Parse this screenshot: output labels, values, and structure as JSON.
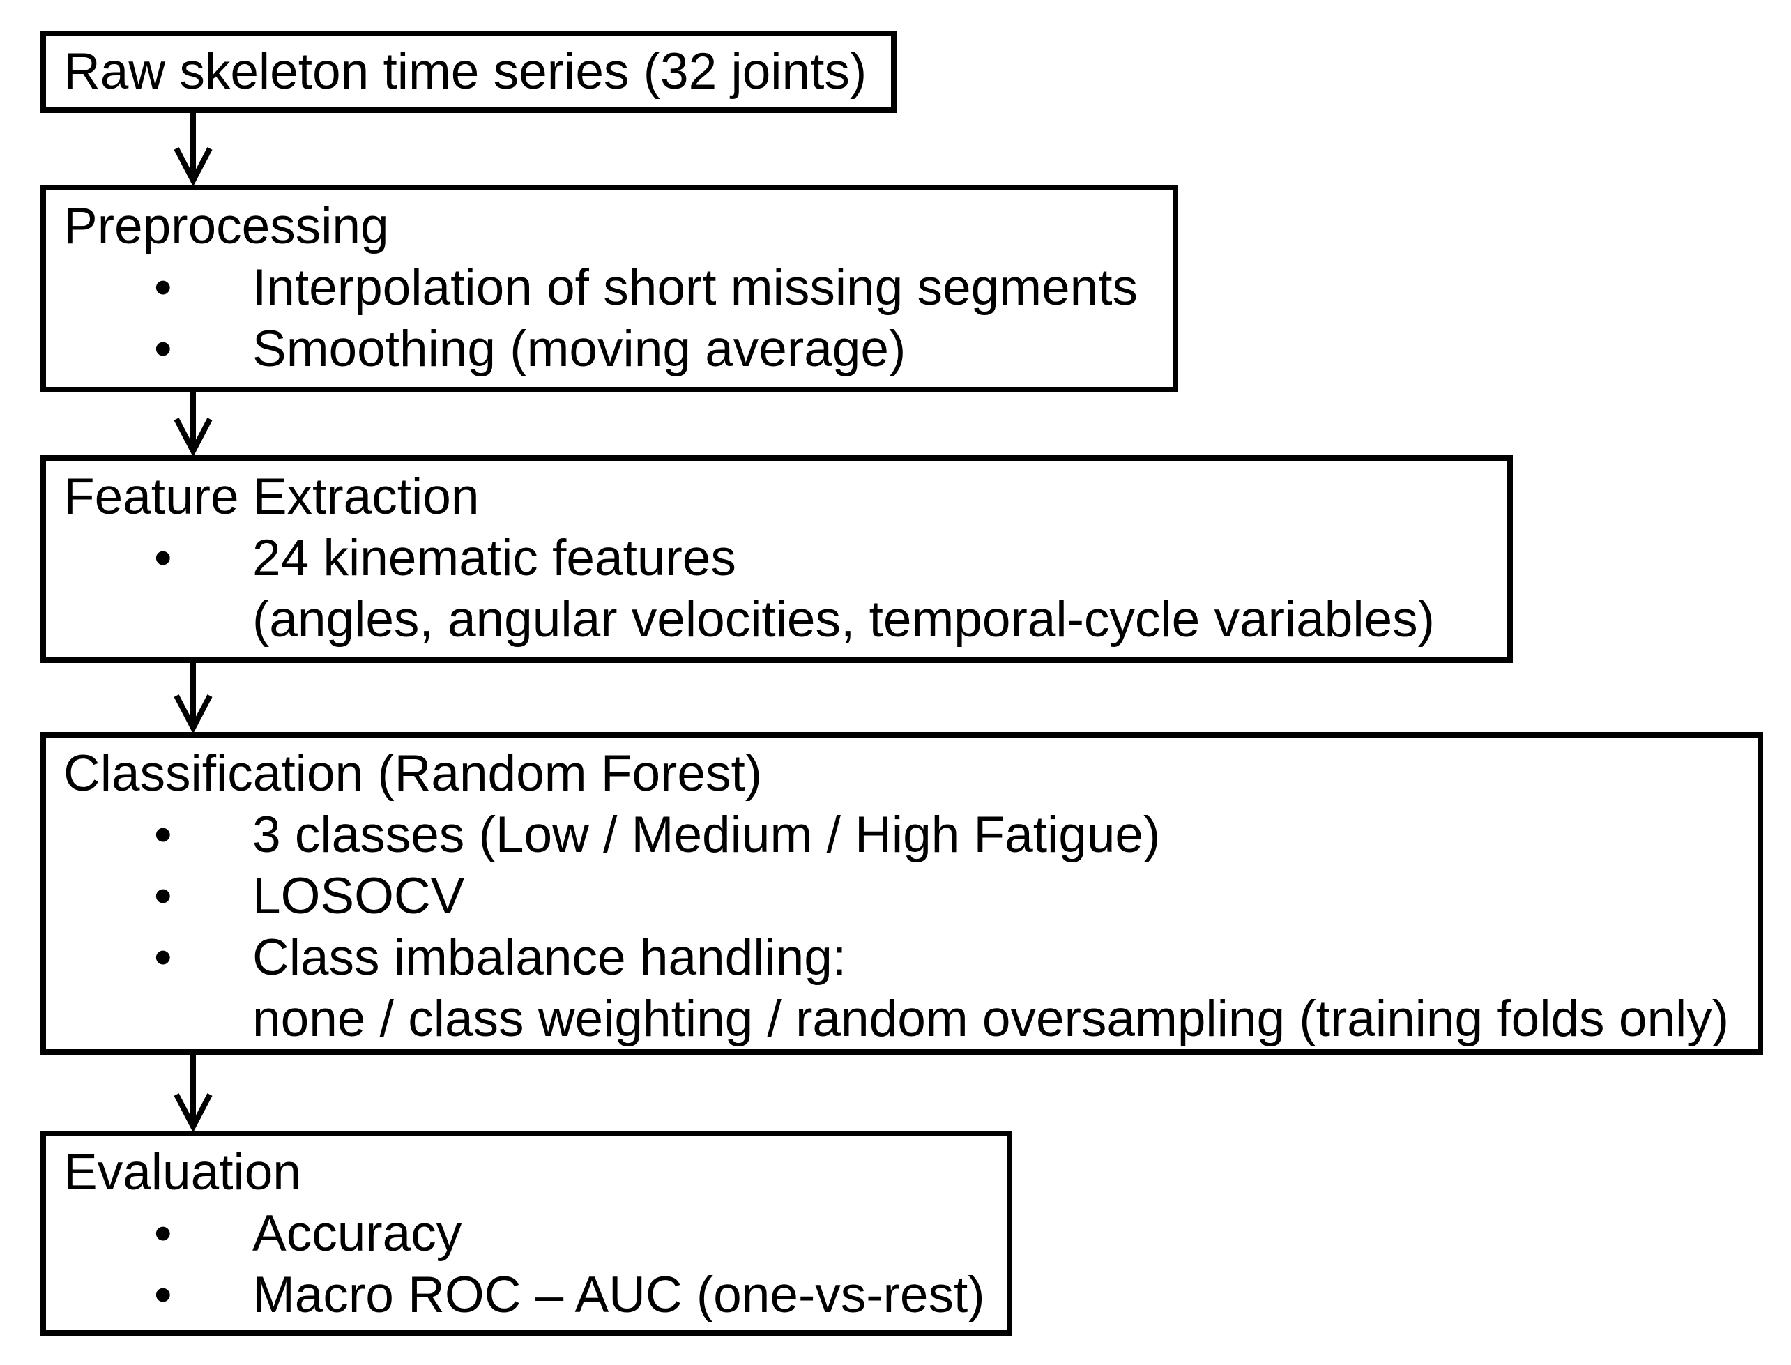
{
  "figure": {
    "type": "flowchart",
    "background": "#ffffff",
    "stroke_color": "#000000",
    "text_color": "#000000",
    "bullet_glyph": "•"
  },
  "boxes": [
    {
      "id": "raw-input",
      "lines": [
        {
          "type": "title",
          "text": "Raw skeleton time series (32 joints)"
        }
      ]
    },
    {
      "id": "preprocessing",
      "lines": [
        {
          "type": "title",
          "text": "Preprocessing"
        },
        {
          "type": "bullet",
          "text": "Interpolation of short missing segments"
        },
        {
          "type": "bullet",
          "text": "Smoothing (moving average)"
        }
      ]
    },
    {
      "id": "feature-extraction",
      "lines": [
        {
          "type": "title",
          "text": "Feature Extraction"
        },
        {
          "type": "bullet",
          "text": "24 kinematic features"
        },
        {
          "type": "continuation",
          "text": "(angles, angular velocities, temporal-cycle variables)"
        }
      ]
    },
    {
      "id": "classification",
      "lines": [
        {
          "type": "title",
          "text": "Classification (Random Forest)"
        },
        {
          "type": "bullet",
          "text": "3 classes (Low / Medium / High Fatigue)"
        },
        {
          "type": "bullet",
          "text": "LOSOCV"
        },
        {
          "type": "bullet",
          "text": "Class imbalance handling:"
        },
        {
          "type": "continuation",
          "text": "none / class weighting / random oversampling (training folds only)"
        }
      ]
    },
    {
      "id": "evaluation",
      "lines": [
        {
          "type": "title",
          "text": "Evaluation"
        },
        {
          "type": "bullet",
          "text": "Accuracy"
        },
        {
          "type": "bullet",
          "text": "Macro ROC – AUC (one-vs-rest)"
        }
      ]
    }
  ]
}
